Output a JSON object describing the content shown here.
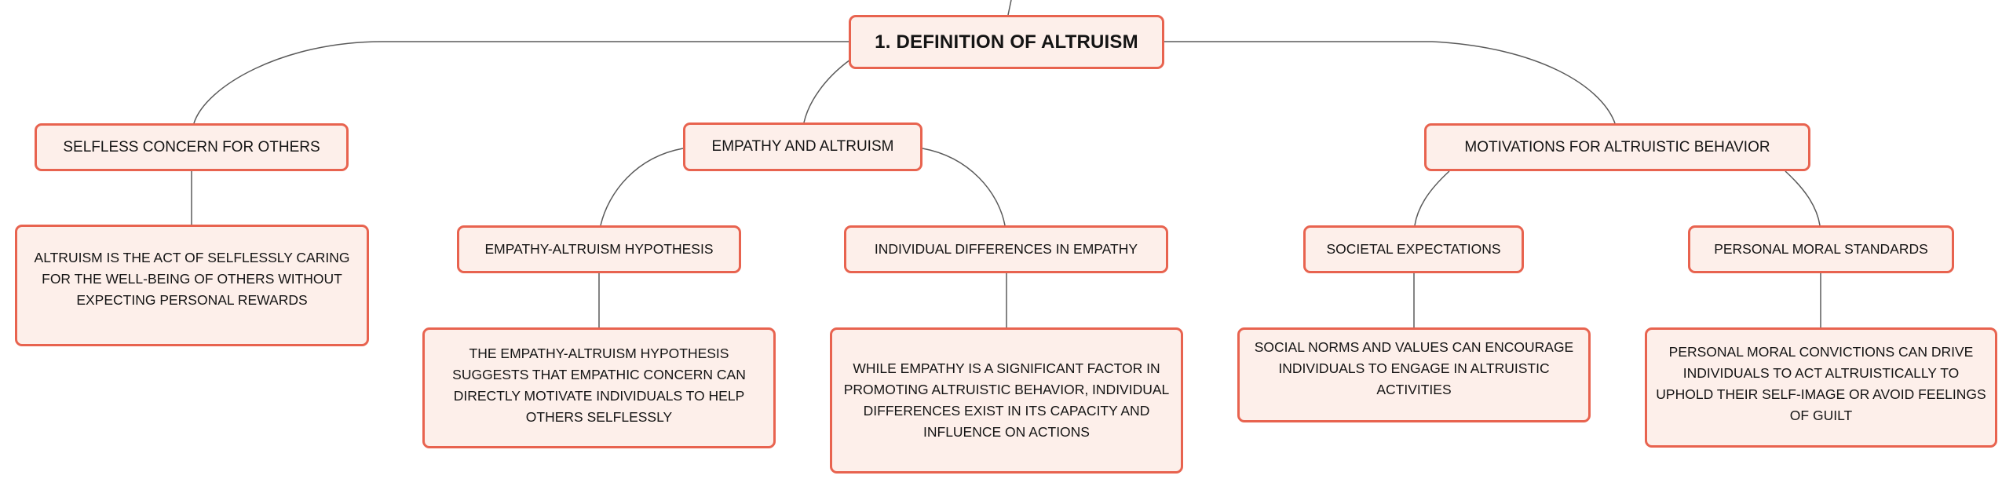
{
  "diagram": {
    "type": "mind-map",
    "colors": {
      "node_fill": "#fdefea",
      "node_border": "#e8634f",
      "connector": "#5a5a5a",
      "text": "#141414"
    },
    "root": {
      "label": "1. DEFINITION OF ALTRUISM"
    },
    "branches": [
      {
        "label": "SELFLESS CONCERN FOR OTHERS",
        "details": "ALTRUISM IS THE ACT OF SELFLESSLY CARING FOR THE WELL-BEING OF OTHERS WITHOUT EXPECTING PERSONAL REWARDS"
      },
      {
        "label": "EMPATHY AND ALTRUISM",
        "children": [
          {
            "label": "EMPATHY-ALTRUISM HYPOTHESIS",
            "details": "THE EMPATHY-ALTRUISM HYPOTHESIS SUGGESTS THAT EMPATHIC CONCERN CAN DIRECTLY MOTIVATE INDIVIDUALS TO HELP OTHERS SELFLESSLY"
          },
          {
            "label": "INDIVIDUAL DIFFERENCES IN EMPATHY",
            "details": "WHILE EMPATHY IS A SIGNIFICANT FACTOR IN PROMOTING ALTRUISTIC BEHAVIOR, INDIVIDUAL DIFFERENCES EXIST IN ITS CAPACITY AND INFLUENCE ON ACTIONS"
          }
        ]
      },
      {
        "label": "MOTIVATIONS FOR ALTRUISTIC BEHAVIOR",
        "children": [
          {
            "label": "SOCIETAL EXPECTATIONS",
            "details": "SOCIAL NORMS AND VALUES CAN ENCOURAGE INDIVIDUALS TO ENGAGE IN ALTRUISTIC ACTIVITIES"
          },
          {
            "label": "PERSONAL MORAL STANDARDS",
            "details": "PERSONAL MORAL CONVICTIONS CAN DRIVE INDIVIDUALS TO ACT ALTRUISTICALLY TO UPHOLD THEIR SELF-IMAGE OR AVOID FEELINGS OF GUILT"
          }
        ]
      }
    ]
  }
}
